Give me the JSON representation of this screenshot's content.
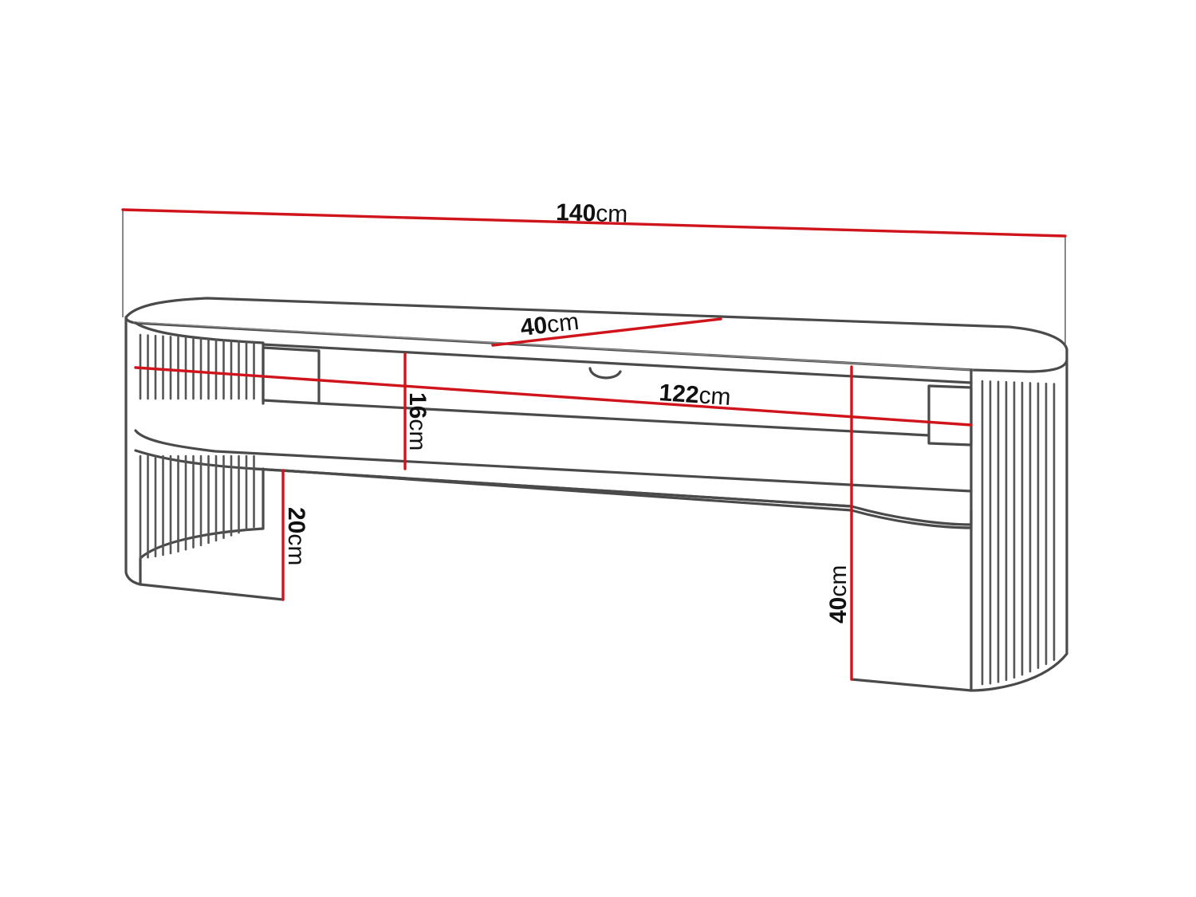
{
  "diagram": {
    "dimensions": [
      {
        "id": "width",
        "value": "140",
        "unit": "cm"
      },
      {
        "id": "depth",
        "value": "40",
        "unit": "cm"
      },
      {
        "id": "inner-width",
        "value": "122",
        "unit": "cm"
      },
      {
        "id": "shelf-height",
        "value": "16",
        "unit": "cm"
      },
      {
        "id": "leg-clearance",
        "value": "20",
        "unit": "cm"
      },
      {
        "id": "total-height",
        "value": "40",
        "unit": "cm"
      }
    ],
    "colors": {
      "dimension_line": "#d0141c",
      "outline": "#4a4a4a",
      "text": "#111111"
    }
  }
}
